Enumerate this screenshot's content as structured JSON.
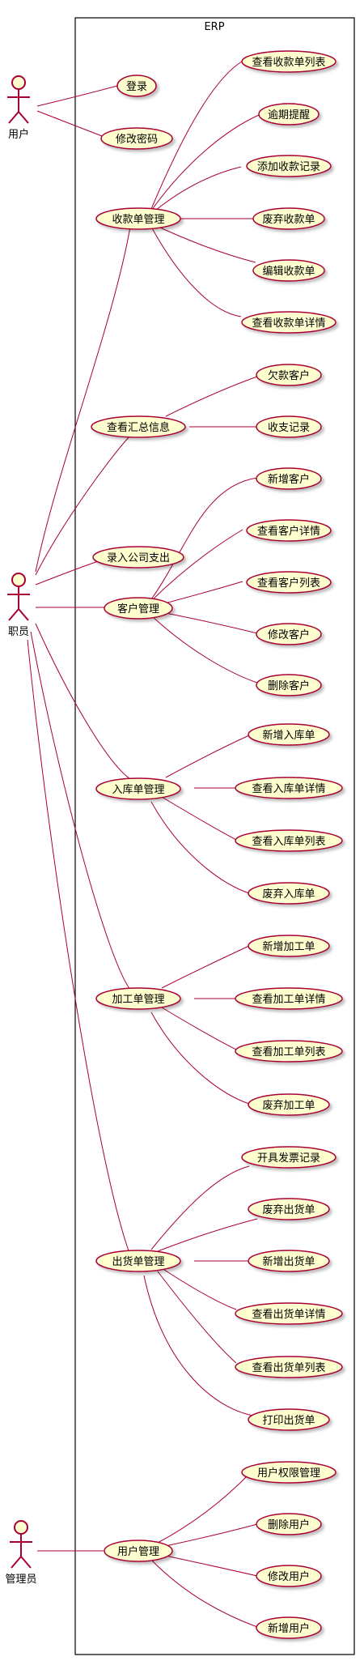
{
  "system": {
    "title": "ERP"
  },
  "actors": {
    "user": "用户",
    "staff": "职员",
    "admin": "管理员"
  },
  "usecases": {
    "login": "登录",
    "change_password": "修改密码",
    "receipt_mgmt": "收款单管理",
    "view_receipt_list": "查看收款单列表",
    "overdue_reminder": "逾期提醒",
    "add_receipt_record": "添加收款记录",
    "discard_receipt": "废弃收款单",
    "edit_receipt": "编辑收款单",
    "view_receipt_detail": "查看收款单详情",
    "view_summary": "查看汇总信息",
    "debtor_customers": "欠款客户",
    "income_expense_records": "收支记录",
    "enter_company_expense": "录入公司支出",
    "customer_mgmt": "客户管理",
    "add_customer": "新增客户",
    "view_customer_detail": "查看客户详情",
    "view_customer_list": "查看客户列表",
    "edit_customer": "修改客户",
    "delete_customer": "删除客户",
    "inbound_mgmt": "入库单管理",
    "add_inbound": "新增入库单",
    "view_inbound_detail": "查看入库单详情",
    "view_inbound_list": "查看入库单列表",
    "discard_inbound": "废弃入库单",
    "processing_mgmt": "加工单管理",
    "add_processing": "新增加工单",
    "view_processing_detail": "查看加工单详情",
    "view_processing_list": "查看加工单列表",
    "discard_processing": "废弃加工单",
    "outbound_mgmt": "出货单管理",
    "issue_invoice_record": "开具发票记录",
    "discard_outbound": "废弃出货单",
    "add_outbound": "新增出货单",
    "view_outbound_detail": "查看出货单详情",
    "view_outbound_list": "查看出货单列表",
    "print_outbound": "打印出货单",
    "user_mgmt": "用户管理",
    "user_permission_mgmt": "用户权限管理",
    "delete_user": "删除用户",
    "edit_user": "修改用户",
    "add_user": "新增用户"
  },
  "colors": {
    "usecase_fill": "#FEFECE",
    "usecase_stroke": "#A80036",
    "line": "#A80036",
    "border": "#000000"
  }
}
